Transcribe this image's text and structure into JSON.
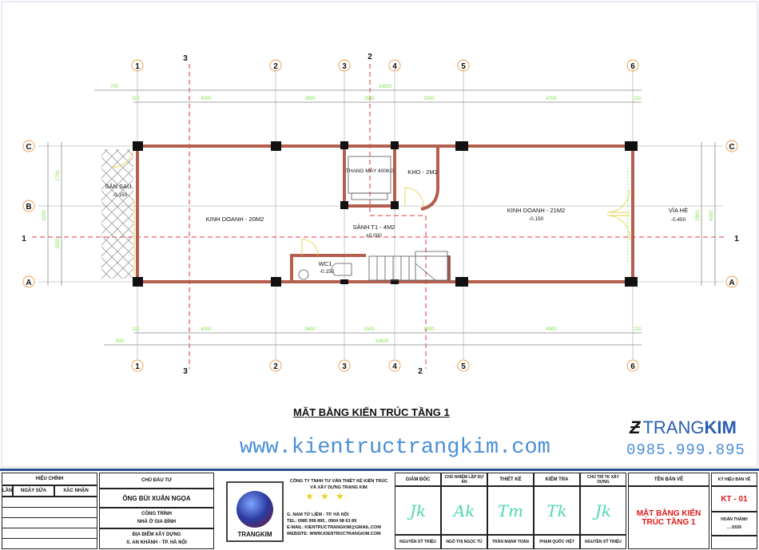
{
  "drawing": {
    "grid_axes_vertical": [
      "1",
      "3",
      "2",
      "3",
      "2",
      "4",
      "5",
      "6"
    ],
    "grid_axes_horizontal": [
      "A",
      "B",
      "C",
      "1"
    ],
    "dims_top_overall": [
      "700",
      "14620"
    ],
    "dims_top_segments": [
      "110",
      "4000",
      "2600",
      "1500",
      "2000",
      "4700",
      "110"
    ],
    "dims_bottom_segments": [
      "110",
      "4000",
      "2600",
      "1500",
      "2000",
      "4900",
      "110"
    ],
    "dims_bottom_overall": [
      "800",
      "14620"
    ],
    "dims_left": [
      "4200",
      "1700",
      "2500"
    ],
    "dims_right": [
      "4200",
      "2800"
    ],
    "rooms": {
      "san_sau": "SÂN SAU",
      "san_sau_level": "-0.150",
      "kinh_doanh_1": "KINH DOANH  - 20M2",
      "thang_may": "THANG MÁY 400KG",
      "kho": "KHO - 2M2",
      "sanh": "SẢNH T1 - 4M2",
      "sanh_level": "±0.000",
      "wc": "WC1",
      "wc_level": "-0.150",
      "kinh_doanh_2": "KINH DOANH - 21M2",
      "kinh_doanh_2_level": "-0.150",
      "via_he": "VỈA HÈ",
      "via_he_level": "-0.450"
    }
  },
  "sheet_title": "MẶT BẰNG KIẾN TRÚC TẦNG 1",
  "website": "www.kientructrangkim.com",
  "brand": {
    "name_light": "TRANG",
    "name_bold": "KIM",
    "phone": "0985.999.895"
  },
  "colors": {
    "wall": "#b5604e",
    "axis": "#e23a3a",
    "dimension_text": "#7ee04a",
    "url": "#4a8fd6",
    "accent_red": "#e01818",
    "border": "#2b4f8a"
  },
  "title_block": {
    "revision": {
      "header": "HIỆU CHỈNH",
      "col_lan": "LẦN",
      "col_date": "NGÀY SỬA",
      "col_confirm": "XÁC NHẬN"
    },
    "owner_label": "CHỦ ĐẦU TƯ",
    "owner": "ÔNG BÙI XUÂN NGỌA",
    "project_label": "CÔNG TRÌNH",
    "project": "NHÀ Ở GIA ĐÌNH",
    "location_label": "ĐỊA ĐIỂM XÂY DỰNG",
    "location": "X. AN KHÁNH - TP. HÀ NỘI",
    "company_logo_text": "TRANGKIM",
    "company_name": "CÔNG TY TNHH TƯ VẤN THIẾT KẾ KIẾN TRÚC VÀ XÂY DỰNG TRANG KIM",
    "company_address": "G. NAM TỪ LIÊM - TP. HÀ NỘI",
    "company_tel": "TEL: 0985 999 895 , 0904 98 63 89",
    "company_email": "E-MAIL: KIENTRUCTRANGKIM@GMAIL.COM",
    "company_web": "WEBSITE: WWW.KIENTRUCTRANGKIM.COM",
    "roles": [
      {
        "title": "GIÁM ĐỐC",
        "name": "NGUYỄN SỸ TRIỆU"
      },
      {
        "title": "CHỦ NHIỆM LẬP DỰ ÁN",
        "name": "NGÔ THỊ NGỌC TÚ"
      },
      {
        "title": "THIẾT KẾ",
        "name": "TRẦN MẠNH TOÀN"
      },
      {
        "title": "KIỂM TRA",
        "name": "PHẠM QUỐC VIỆT"
      },
      {
        "title": "CHỦ TRÌ TK XÂY DỰNG",
        "name": "NGUYỄN SỸ TRIỆU"
      }
    ],
    "drawing_name_label": "TÊN BẢN VẼ",
    "drawing_name": "MẶT BẰNG KIẾN TRÚC TẦNG 1",
    "code_label": "KÝ HIỆU BẢN VẼ",
    "code": "KT - 01",
    "completed_label": "HOÀN THÀNH",
    "completed": "... /2026"
  }
}
